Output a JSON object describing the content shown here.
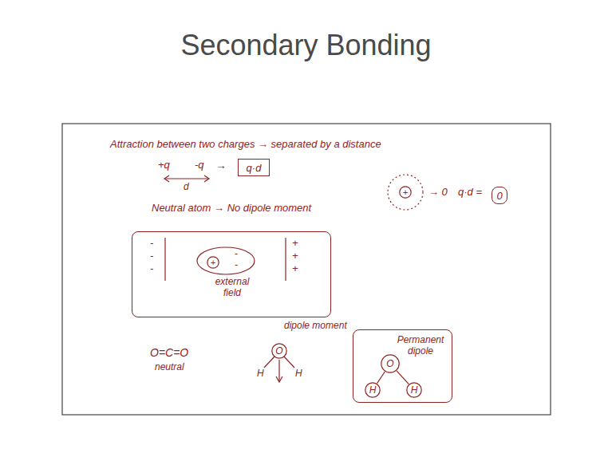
{
  "diagram": {
    "title": "Secondary Bonding",
    "nodes": [
      {
        "text": [
          "q·d"
        ]
      },
      {
        "text": [
          "+"
        ]
      },
      {
        "text": [
          "0"
        ]
      },
      {
        "text": [
          "external field"
        ]
      },
      {
        "text": [
          "+"
        ],
        "in": 3
      },
      {
        "text": [
          "O"
        ]
      },
      {
        "text": [
          "Permanent dipole"
        ]
      },
      {
        "text": [
          "O"
        ],
        "in": 6
      },
      {
        "text": [
          "H"
        ],
        "in": 6
      },
      {
        "text": [
          "H"
        ],
        "in": 6
      }
    ],
    "edges": [
      {
        "from": 7,
        "to": 8,
        "arrow": "none"
      },
      {
        "from": 7,
        "to": 9,
        "arrow": "none"
      }
    ],
    "labels": [
      "Attraction between two charges → separated by a distance",
      "+q",
      "-q",
      "d",
      "→",
      "Neutral atom → No dipole moment",
      "→ 0",
      "q·d =",
      "-",
      "-",
      "-",
      "-",
      "-",
      "+",
      "+",
      "+",
      "O=C=O",
      "neutral",
      "dipole moment",
      "H",
      "H"
    ]
  }
}
